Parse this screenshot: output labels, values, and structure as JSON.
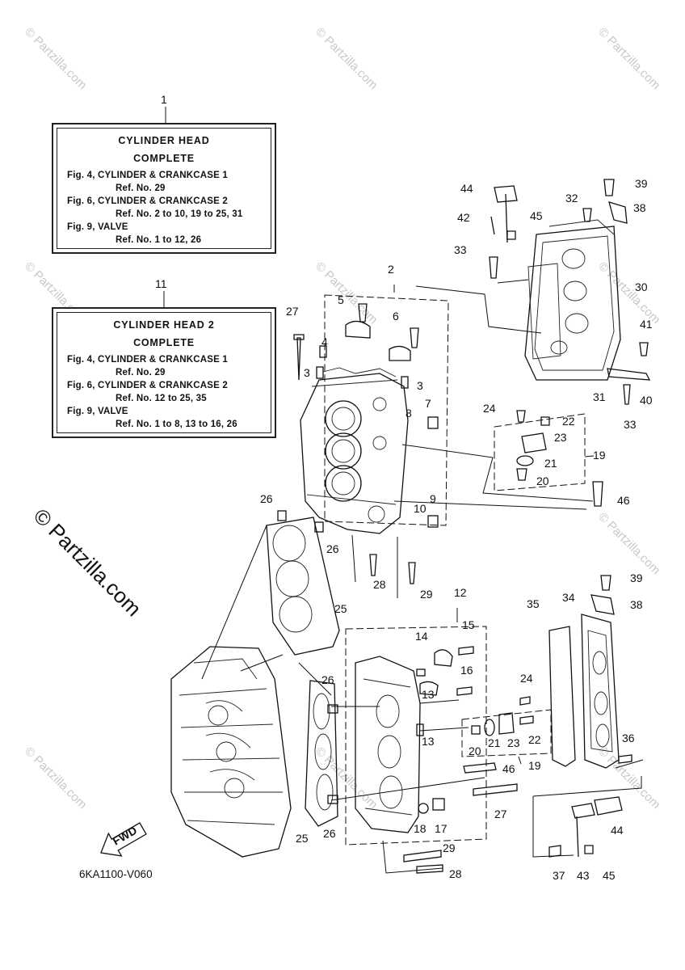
{
  "watermark": {
    "text": "© Partzilla.com"
  },
  "info_boxes": [
    {
      "callout": "1",
      "title_lines": [
        "CYLINDER  HEAD",
        "COMPLETE"
      ],
      "lines": [
        {
          "text": "Fig. 4, CYLINDER & CRANKCASE 1",
          "indent": false
        },
        {
          "text": "Ref. No. 29",
          "indent": true
        },
        {
          "text": "Fig. 6, CYLINDER & CRANKCASE 2",
          "indent": false
        },
        {
          "text": "Ref. No. 2 to 10, 19 to 25, 31",
          "indent": true
        },
        {
          "text": "Fig. 9, VALVE",
          "indent": false
        },
        {
          "text": "Ref. No. 1 to 12, 26",
          "indent": true
        }
      ]
    },
    {
      "callout": "11",
      "title_lines": [
        "CYLINDER HEAD 2",
        "COMPLETE"
      ],
      "lines": [
        {
          "text": "Fig. 4, CYLINDER & CRANKCASE 1",
          "indent": false
        },
        {
          "text": "Ref. No. 29",
          "indent": true
        },
        {
          "text": "Fig. 6, CYLINDER & CRANKCASE 2",
          "indent": false
        },
        {
          "text": "Ref. No. 12 to 25, 35",
          "indent": true
        },
        {
          "text": "Fig. 9, VALVE",
          "indent": false
        },
        {
          "text": "Ref. No. 1 to 8, 13 to 16, 26",
          "indent": true
        }
      ]
    }
  ],
  "callouts": [
    "2",
    "3",
    "3",
    "4",
    "5",
    "6",
    "7",
    "8",
    "9",
    "10",
    "12",
    "13",
    "13",
    "14",
    "15",
    "16",
    "17",
    "18",
    "19",
    "19",
    "20",
    "20",
    "21",
    "21",
    "22",
    "22",
    "23",
    "23",
    "24",
    "24",
    "25",
    "25",
    "26",
    "26",
    "26",
    "26",
    "27",
    "27",
    "28",
    "28",
    "29",
    "29",
    "30",
    "31",
    "32",
    "33",
    "33",
    "34",
    "35",
    "36",
    "37",
    "38",
    "38",
    "39",
    "39",
    "40",
    "41",
    "42",
    "43",
    "44",
    "44",
    "45",
    "45",
    "46",
    "46"
  ],
  "fwd_label": "FWD",
  "diagram_ref": "6KA1100-V060",
  "colors": {
    "ink": "#111111",
    "watermark": "#c8c8c8",
    "background": "#ffffff"
  }
}
